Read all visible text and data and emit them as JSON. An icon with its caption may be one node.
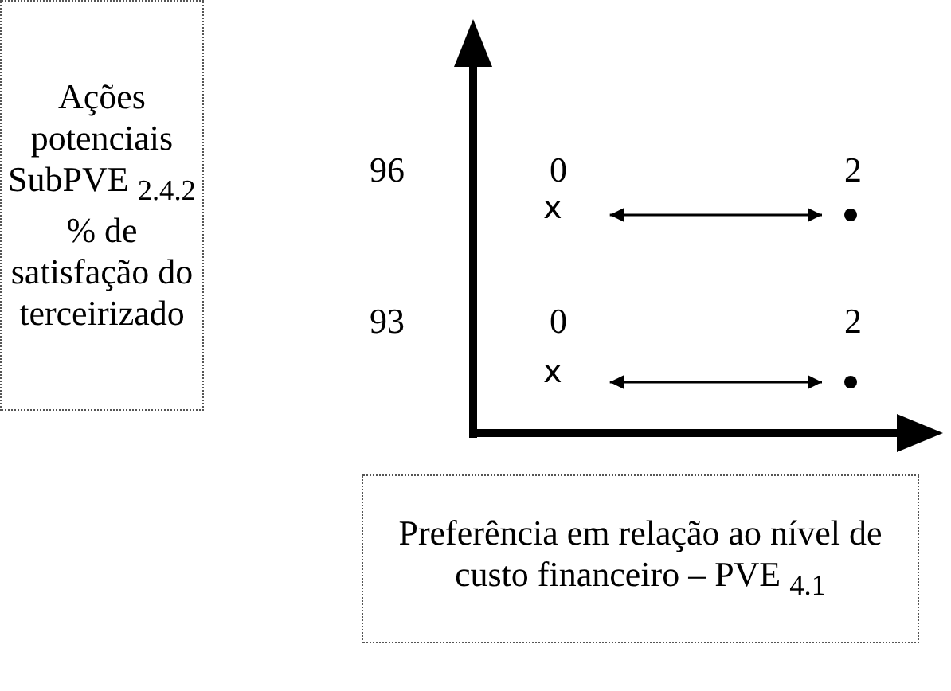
{
  "diagram": {
    "nodes": [
      {
        "text": [
          "Ações potenciais SubPVE $_{2.4.2}$ % de satisfação do terceirizado"
        ]
      },
      {
        "text": [
          "Preferência em relação ao nível de custo financeiro – PVE $_{4.1}$"
        ]
      },
      {
        "text": [
          "x"
        ]
      },
      {
        "text": [],
        "shape": "circle"
      },
      {
        "text": [
          "x"
        ]
      },
      {
        "text": [],
        "shape": "circle"
      }
    ],
    "edges": [
      {
        "from": 2,
        "to": 3,
        "arrow": "both"
      },
      {
        "from": 4,
        "to": 5,
        "arrow": "both"
      }
    ],
    "labels": [
      "96",
      "0",
      "2",
      "93",
      "0",
      "2"
    ]
  }
}
